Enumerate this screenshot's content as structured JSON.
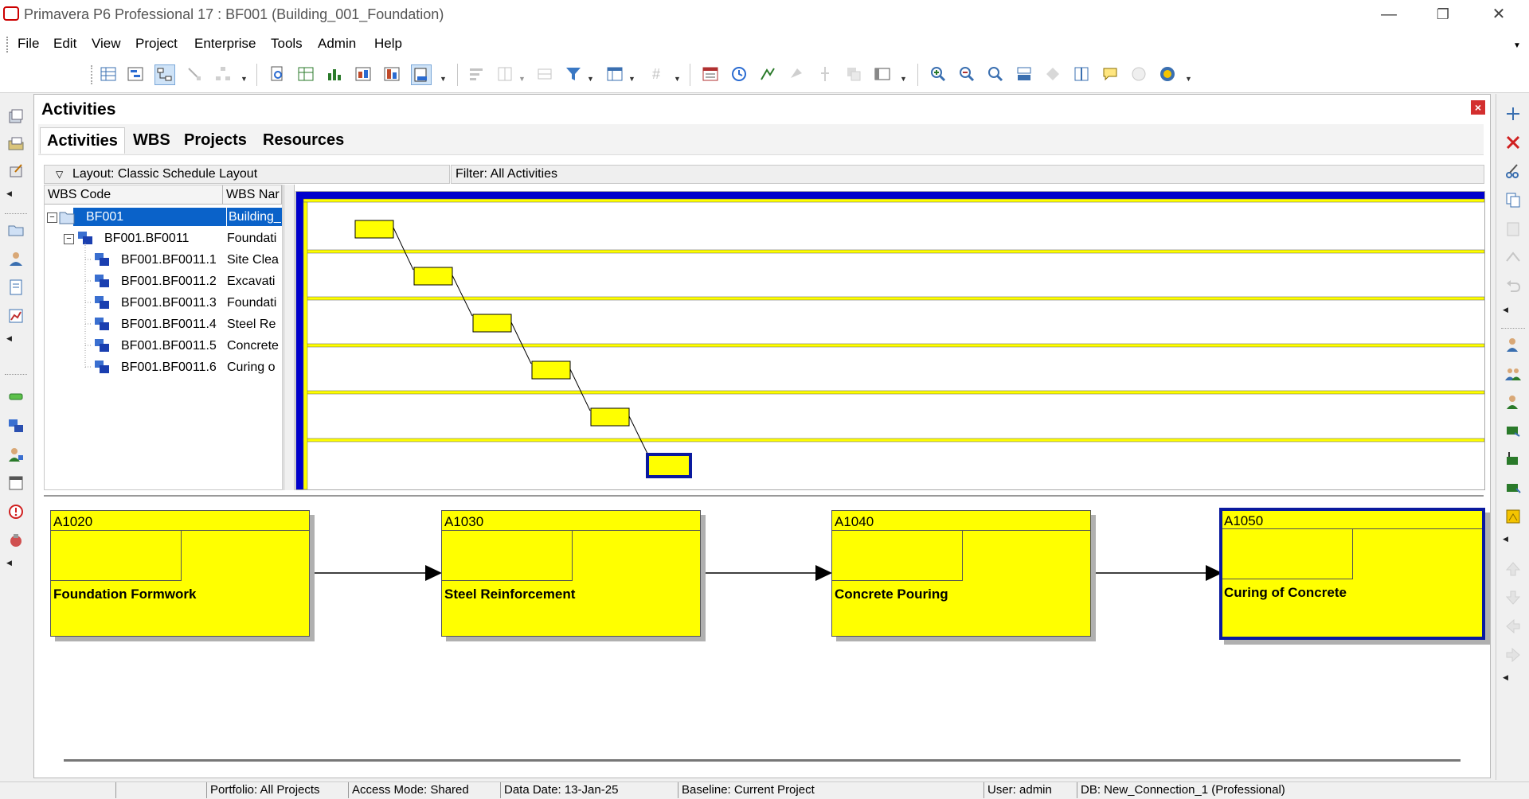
{
  "window": {
    "title": "Primavera P6 Professional 17 : BF001 (Building_001_Foundation)",
    "minimize": "—",
    "restore": "❐",
    "close": "✕"
  },
  "menu": [
    "File",
    "Edit",
    "View",
    "Project",
    "Enterprise",
    "Tools",
    "Admin",
    "Help"
  ],
  "panel": {
    "title": "Activities",
    "close": "×",
    "tabs": [
      "Activities",
      "WBS",
      "Projects",
      "Resources"
    ]
  },
  "layout_label": "Layout: Classic Schedule Layout",
  "filter_label": "Filter: All Activities",
  "table": {
    "columns": [
      "WBS Code",
      "WBS Nar"
    ],
    "rows": [
      {
        "code": "BF001",
        "name": "Building_"
      },
      {
        "code": "BF001.BF0011",
        "name": "Foundati"
      },
      {
        "code": "BF001.BF0011.1",
        "name": "Site Clea"
      },
      {
        "code": "BF001.BF0011.2",
        "name": "Excavati"
      },
      {
        "code": "BF001.BF0011.3",
        "name": "Foundati"
      },
      {
        "code": "BF001.BF0011.4",
        "name": "Steel Re"
      },
      {
        "code": "BF001.BF0011.5",
        "name": "Concrete"
      },
      {
        "code": "BF001.BF0011.6",
        "name": "Curing o"
      }
    ]
  },
  "network": {
    "nodes": [
      {
        "id": "A1020",
        "name": "Foundation Formwork"
      },
      {
        "id": "A1030",
        "name": "Steel Reinforcement"
      },
      {
        "id": "A1040",
        "name": "Concrete Pouring"
      },
      {
        "id": "A1050",
        "name": "Curing of Concrete"
      }
    ]
  },
  "status": {
    "portfolio": "Portfolio: All Projects",
    "access": "Access Mode: Shared",
    "data_date": "Data Date: 13-Jan-25",
    "baseline": "Baseline: Current Project",
    "user": "User: admin",
    "db": "DB: New_Connection_1 (Professional)"
  },
  "colors": {
    "accent": "#0a62c9",
    "bar": "#ffff00",
    "gantt_band": "#0000cc",
    "selected_border": "#0a1a9e"
  }
}
